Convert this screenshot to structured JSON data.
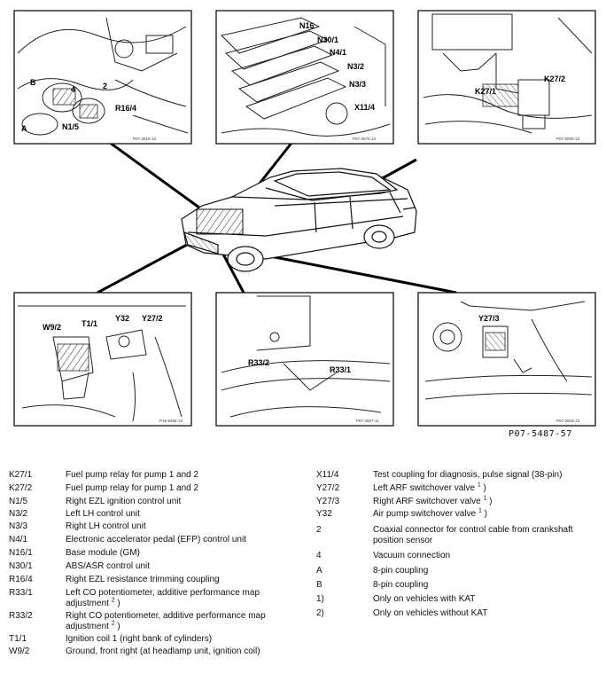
{
  "figure": {
    "figure_number": "P07-5487-57",
    "panels": [
      {
        "id": "top-left",
        "tags": [
          "B",
          "4",
          "2",
          "R16/4",
          "A",
          "N1/5"
        ],
        "ref": "P07-2616-13"
      },
      {
        "id": "top-center",
        "tags": [
          "N16",
          "N30/1",
          "N4/1",
          "N3/2",
          "N3/3",
          "X11/4"
        ],
        "ref": "P07-2674-13"
      },
      {
        "id": "top-right",
        "tags": [
          "K27/2",
          "K27/1"
        ],
        "ref": "P07-2000-13"
      },
      {
        "id": "bottom-left",
        "tags": [
          "W9/2",
          "T1/1",
          "Y32",
          "Y27/2"
        ],
        "ref": "P15-5466-13"
      },
      {
        "id": "bottom-center",
        "tags": [
          "R33/2",
          "R33/1"
        ],
        "ref": "P07-2657-11"
      },
      {
        "id": "bottom-right",
        "tags": [
          "Y27/3"
        ],
        "ref": "P07-2616-13"
      }
    ]
  },
  "legend_left": [
    {
      "code": "K27/1",
      "desc": "Fuel pump relay for pump 1 and 2"
    },
    {
      "code": "K27/2",
      "desc": "Fuel pump relay for pump 1 and 2"
    },
    {
      "code": "N1/5",
      "desc": "Right EZL ignition control unit"
    },
    {
      "code": "N3/2",
      "desc": "Left LH control unit"
    },
    {
      "code": "N3/3",
      "desc": "Right LH control unit"
    },
    {
      "code": "N4/1",
      "desc": "Electronic accelerator pedal (EFP) control unit"
    },
    {
      "code": "N16/1",
      "desc": "Base module (GM)"
    },
    {
      "code": "N30/1",
      "desc": "ABS/ASR control unit"
    },
    {
      "code": "R16/4",
      "desc": "Right EZL resistance trimming coupling"
    },
    {
      "code": "R33/1",
      "desc": "Left CO potentiometer, additive performance map adjustment",
      "note": "2"
    },
    {
      "code": "R33/2",
      "desc": "Right CO potentiometer, additive performance map adjustment",
      "note": "2"
    },
    {
      "code": "T1/1",
      "desc": "Ignition coil 1 (right bank of cylinders)"
    },
    {
      "code": "W9/2",
      "desc": "Ground, front right (at headlamp unit, ignition coil)"
    }
  ],
  "legend_right": [
    {
      "code": "X11/4",
      "desc": "Test coupling for diagnosis, pulse signal (38-pin)"
    },
    {
      "code": "Y27/2",
      "desc": "Left ARF switchover valve",
      "note": "1"
    },
    {
      "code": "Y27/3",
      "desc": "Right ARF switchover valve",
      "note": "1"
    },
    {
      "code": "Y32",
      "desc": "Air pump switchover valve",
      "note": "1"
    },
    {
      "code": "2",
      "desc": "Coaxial connector for control cable from crankshaft position sensor"
    },
    {
      "code": "4",
      "desc": "Vacuum connection"
    },
    {
      "code": "A",
      "desc": "8-pin coupling"
    },
    {
      "code": "B",
      "desc": "8-pin coupling"
    },
    {
      "code": "1)",
      "desc": "Only on vehicles with KAT"
    },
    {
      "code": "2)",
      "desc": "Only on vehicles without KAT"
    }
  ]
}
